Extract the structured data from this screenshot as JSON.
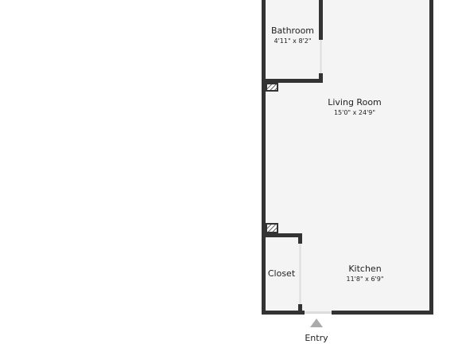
{
  "colors": {
    "wall": "#333333",
    "floor": "#f4f4f4",
    "background": "#ffffff",
    "entry_arrow": "#aaaaaa"
  },
  "rooms": {
    "bathroom": {
      "name": "Bathroom",
      "dimensions": "4'11\" x 8'2\""
    },
    "living_room": {
      "name": "Living Room",
      "dimensions": "15'0\" x 24'9\""
    },
    "closet": {
      "name": "Closet"
    },
    "kitchen": {
      "name": "Kitchen",
      "dimensions": "11'8\" x 6'9\""
    }
  },
  "entry": {
    "label": "Entry",
    "icon": "triangle-up-icon"
  }
}
